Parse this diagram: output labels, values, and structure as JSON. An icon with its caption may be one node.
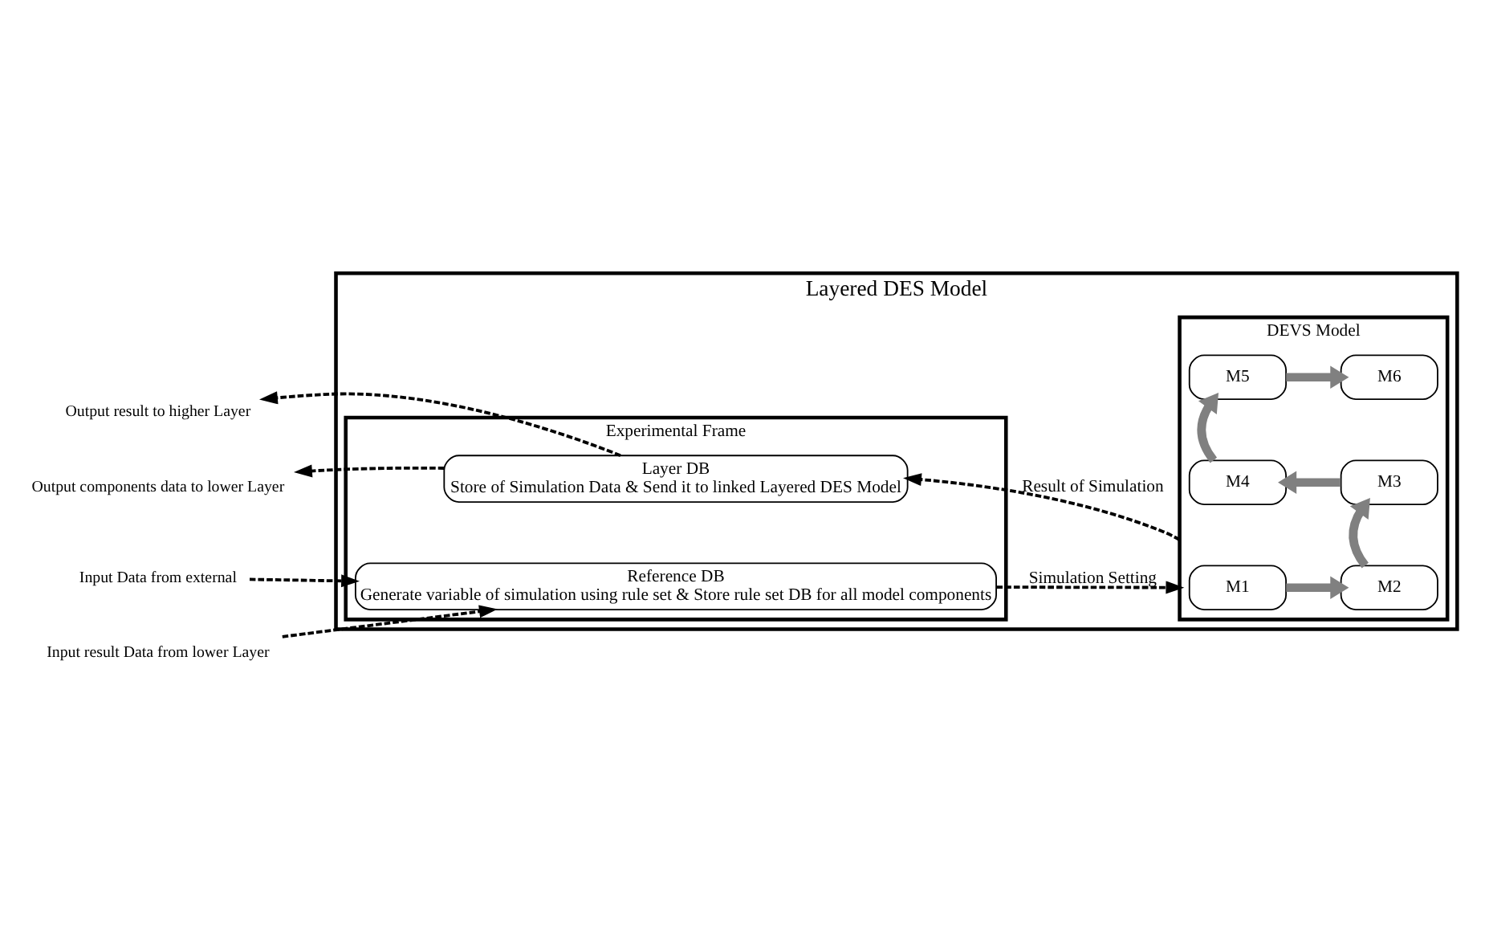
{
  "diagram": {
    "nodes": [
      {
        "text": [
          "Layered DES Model"
        ]
      },
      {
        "text": [
          "Experimental Frame"
        ],
        "in": 0
      },
      {
        "text": [
          "Layer DB",
          "Store of Simulation Data & Send it to linked Layered DES Model"
        ],
        "in": 1
      },
      {
        "text": [
          "Reference DB",
          "Generate variable of simulation using rule set & Store rule set DB for all model components"
        ],
        "in": 1
      },
      {
        "text": [
          "DEVS Model"
        ],
        "in": 0
      },
      {
        "text": [
          "M1"
        ],
        "in": 4
      },
      {
        "text": [
          "M2"
        ],
        "in": 4
      },
      {
        "text": [
          "M3"
        ],
        "in": 4
      },
      {
        "text": [
          "M4"
        ],
        "in": 4
      },
      {
        "text": [
          "M5"
        ],
        "in": 4
      },
      {
        "text": [
          "M6"
        ],
        "in": 4
      },
      {
        "text": [
          "Output result to higher Layer"
        ]
      },
      {
        "text": [
          "Output components data to lower Layer"
        ]
      },
      {
        "text": [
          "Input Data from external"
        ]
      },
      {
        "text": [
          "Input result Data from lower Layer"
        ]
      }
    ],
    "edges": [
      {
        "from": 2,
        "to": 11,
        "arrow": "to",
        "style": "dashed"
      },
      {
        "from": 2,
        "to": 12,
        "arrow": "to",
        "style": "dashed"
      },
      {
        "from": 13,
        "to": 3,
        "arrow": "to",
        "style": "dashed"
      },
      {
        "from": 14,
        "to": 3,
        "arrow": "to",
        "style": "dashed"
      },
      {
        "from": 4,
        "to": 2,
        "arrow": "to",
        "style": "dashed",
        "label": "Result of Simulation"
      },
      {
        "from": 3,
        "to": 4,
        "arrow": "to",
        "style": "dashed",
        "label": "Simulation Setting"
      },
      {
        "from": 5,
        "to": 6,
        "arrow": "to",
        "style": "thick",
        "color": "#808080"
      },
      {
        "from": 6,
        "to": 7,
        "arrow": "to",
        "style": "thick",
        "color": "#808080"
      },
      {
        "from": 7,
        "to": 8,
        "arrow": "to",
        "style": "thick",
        "color": "#808080"
      },
      {
        "from": 8,
        "to": 9,
        "arrow": "to",
        "style": "thick",
        "color": "#808080"
      },
      {
        "from": 9,
        "to": 10,
        "arrow": "to",
        "style": "thick",
        "color": "#808080"
      }
    ]
  }
}
